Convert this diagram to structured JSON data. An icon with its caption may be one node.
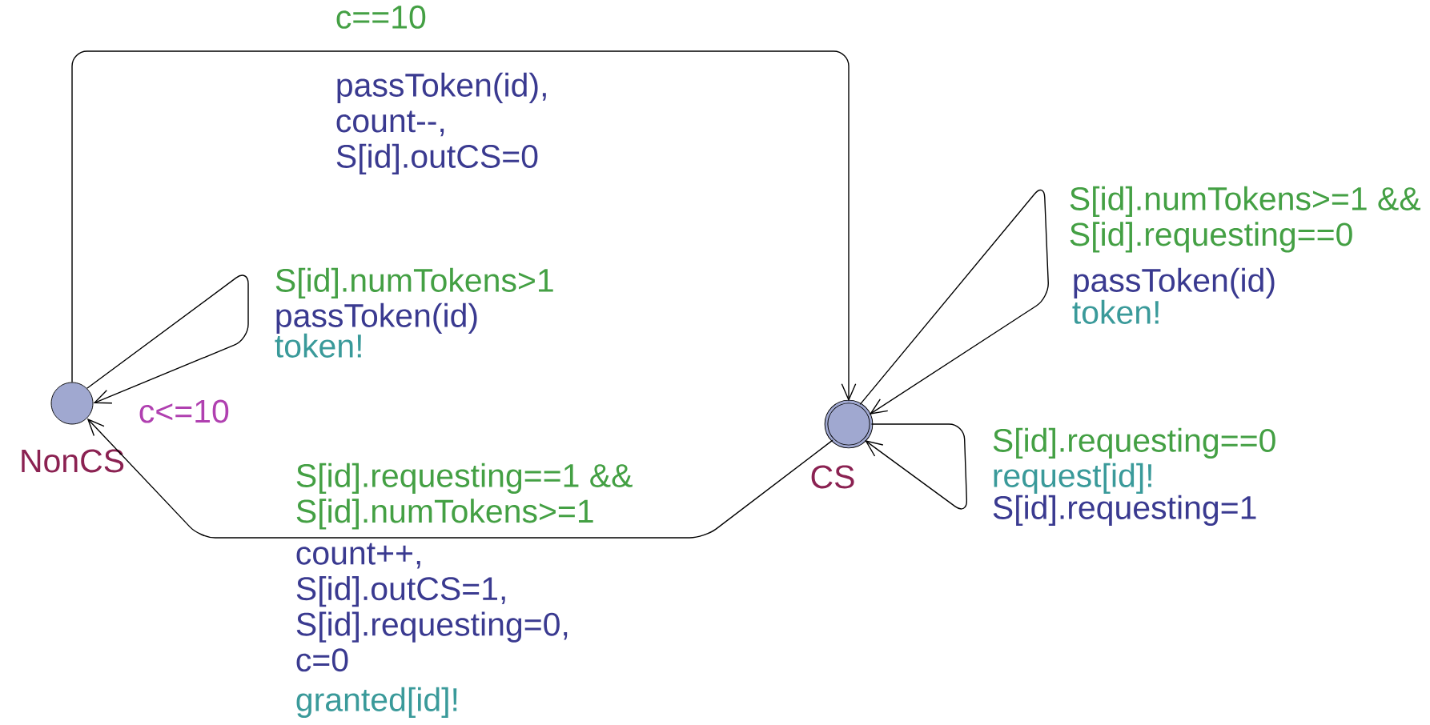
{
  "diagram": {
    "nodes": [
      {
        "text": [
          "NonCS"
        ],
        "beside": [
          "c<=10"
        ]
      },
      {
        "text": [
          "CS"
        ]
      }
    ],
    "edges": [
      {
        "from": 0,
        "to": 1,
        "arrow": "to",
        "label": "c==10"
      },
      {
        "from": 0,
        "to": 0,
        "arrow": "to",
        "label": "S[id].numTokens>1"
      },
      {
        "from": 1,
        "to": 0,
        "arrow": "to",
        "label": "S[id].requesting==1 && S[id].numTokens>=1"
      },
      {
        "from": 1,
        "to": 1,
        "arrow": "to",
        "label": "S[id].numTokens>=1 && S[id].requesting==0"
      },
      {
        "from": 1,
        "to": 1,
        "arrow": "to",
        "label": "S[id].requesting==0"
      }
    ],
    "labels": [
      "passToken(id), count--, S[id].outCS=0",
      "passToken(id)",
      "token!",
      "count++, S[id].outCS=1, S[id].requesting=0, c=0",
      "granted[id]!",
      "passToken(id)",
      "token!",
      "request[id]!",
      "S[id].requesting=1"
    ]
  }
}
